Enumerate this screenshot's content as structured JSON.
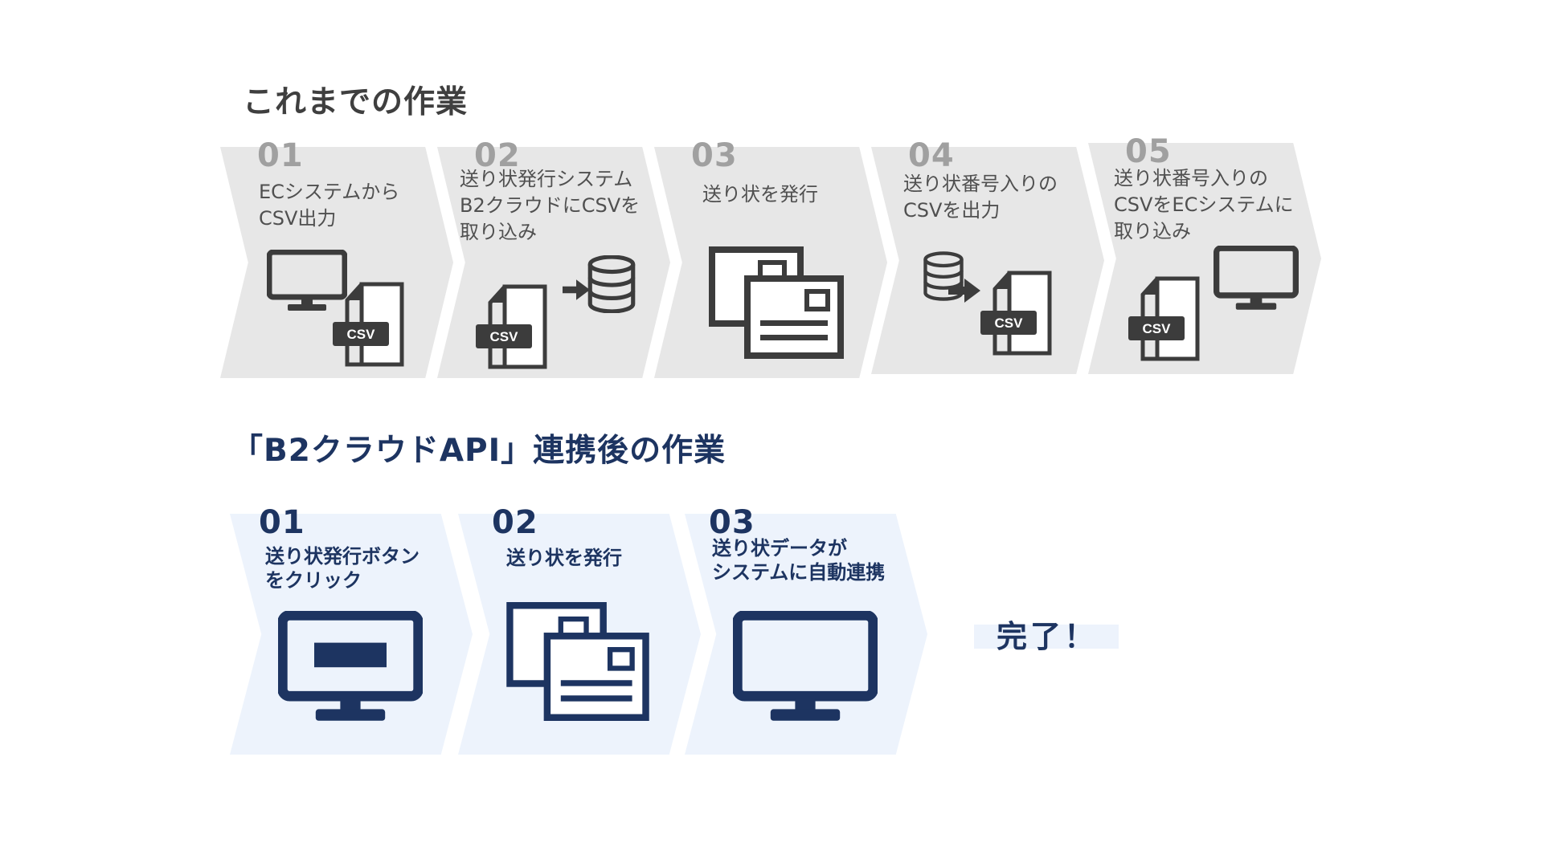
{
  "old_flow": {
    "title": "これまでの作業",
    "steps": [
      {
        "number": "01",
        "lines": [
          "ECシステムから",
          "CSV出力"
        ],
        "icon": "monitor-to-csv-icon"
      },
      {
        "number": "02",
        "lines": [
          "送り状発行システム",
          "B2クラウドにCSVを",
          "取り込み"
        ],
        "icon": "csv-to-database-icon"
      },
      {
        "number": "03",
        "lines": [
          "送り状を発行"
        ],
        "icon": "shipping-labels-icon"
      },
      {
        "number": "04",
        "lines": [
          "送り状番号入りの",
          "CSVを出力"
        ],
        "icon": "database-to-csv-icon"
      },
      {
        "number": "05",
        "lines": [
          "送り状番号入りの",
          "CSVをECシステムに",
          "取り込み"
        ],
        "icon": "csv-to-monitor-icon"
      }
    ]
  },
  "new_flow": {
    "title": "「B2クラウドAPI」連携後の作業",
    "steps": [
      {
        "number": "01",
        "lines": [
          "送り状発行ボタン",
          "をクリック"
        ],
        "icon": "monitor-button-icon"
      },
      {
        "number": "02",
        "lines": [
          "送り状を発行"
        ],
        "icon": "shipping-labels-icon"
      },
      {
        "number": "03",
        "lines": [
          "送り状データが",
          "システムに自動連携"
        ],
        "icon": "monitor-icon"
      }
    ],
    "done_label": "完了！"
  },
  "colors": {
    "old_chevron": "#e7e7e7",
    "old_icon": "#3c3c3c",
    "new_chevron": "#edf3fc",
    "new_icon": "#1d3461"
  }
}
